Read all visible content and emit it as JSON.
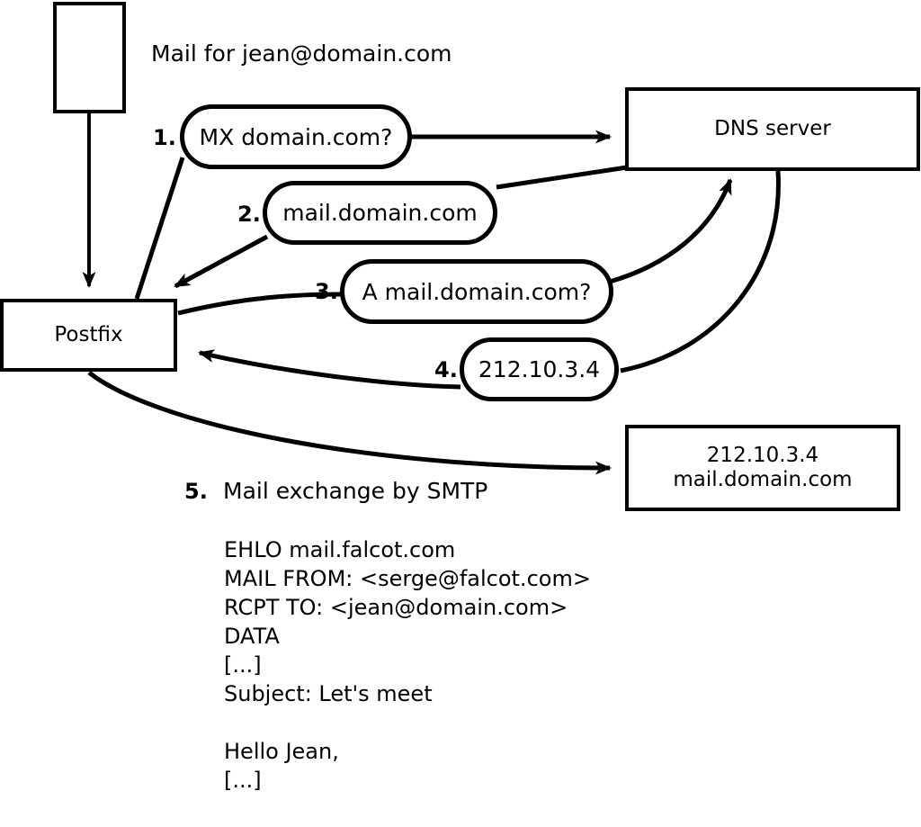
{
  "diagram": {
    "title": "Mail for jean@domain.com",
    "nodes": [
      {
        "id": "sender",
        "label": ""
      },
      {
        "id": "postfix",
        "label": "Postfix"
      },
      {
        "id": "dns",
        "label": "DNS server"
      },
      {
        "id": "target",
        "label": "212.10.3.4\nmail.domain.com"
      }
    ],
    "steps": [
      {
        "num": "1.",
        "message": "MX domain.com?"
      },
      {
        "num": "2.",
        "message": "mail.domain.com"
      },
      {
        "num": "3.",
        "message": "A mail.domain.com?"
      },
      {
        "num": "4.",
        "message": "212.10.3.4"
      }
    ],
    "step5": {
      "num": "5.",
      "label": "Mail exchange by SMTP"
    },
    "transcript": [
      "EHLO mail.falcot.com",
      "MAIL FROM: <serge@falcot.com>",
      "RCPT TO: <jean@domain.com>",
      "DATA",
      "[...]",
      "Subject: Let's meet",
      "",
      "Hello Jean,",
      "[...]",
      "",
      "."
    ],
    "colors": {
      "stroke": "#000000",
      "fill": "#ffffff"
    }
  }
}
